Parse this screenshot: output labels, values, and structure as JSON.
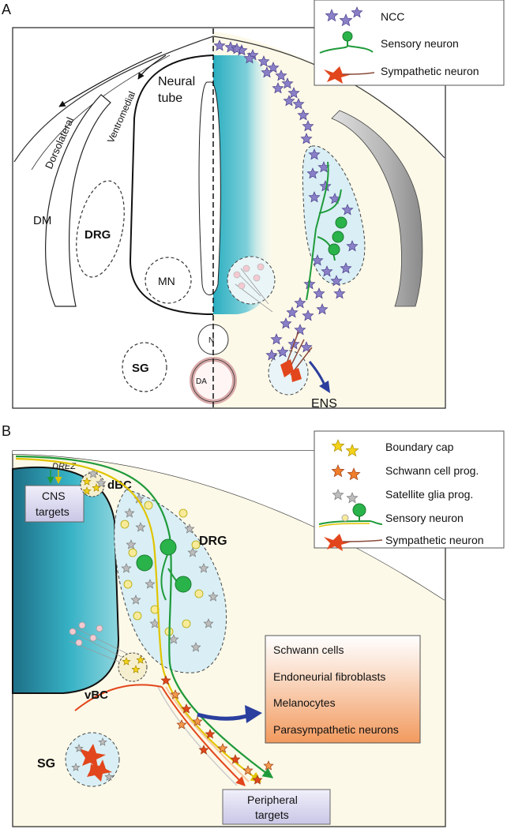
{
  "panel_a": {
    "letter": "A",
    "legend": {
      "ncc": "NCC",
      "sensory": "Sensory neuron",
      "sympathetic": "Sympathetic neuron"
    },
    "labels": {
      "neural_tube_1": "Neural",
      "neural_tube_2": "tube",
      "dorsolateral": "Dorsolateral",
      "ventromedial": "Ventromedial",
      "dm": "DM",
      "drg": "DRG",
      "mn": "MN",
      "sg": "SG",
      "n": "N",
      "da": "DA",
      "ens": "ENS"
    }
  },
  "panel_b": {
    "letter": "B",
    "legend": {
      "boundary_cap": "Boundary cap",
      "schwann_prog": "Schwann cell prog.",
      "satellite_prog": "Satellite glia prog.",
      "sensory": "Sensory neuron",
      "sympathetic": "Sympathetic neuron"
    },
    "labels": {
      "drez": "DREZ",
      "cns_1": "CNS",
      "cns_2": "targets",
      "dbc": "dBC",
      "drg": "DRG",
      "vbc": "vBC",
      "sg": "SG",
      "peripheral_1": "Peripheral",
      "peripheral_2": "targets"
    },
    "fates": [
      "Schwann cells",
      "Endoneurial fibroblasts",
      "Melanocytes",
      "Parasympathetic neurons"
    ]
  },
  "colors": {
    "tube_blue": "#2fb3c4",
    "cream": "#fdf9e8",
    "ncc_purple": "#6a5aa8",
    "sensory_green": "#1f9a3a",
    "sympathetic_red": "#e2461c",
    "boundary_yellow": "#f2d21a",
    "schwann_orange": "#f07d2a",
    "satellite_grey": "#9a9a9a",
    "arrow_blue": "#2b3f9e"
  }
}
